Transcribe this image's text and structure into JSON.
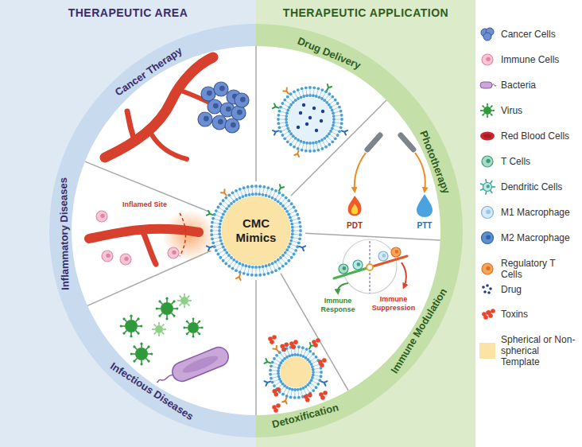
{
  "diagram": {
    "nodes": [
      {
        "text": [
          "THERAPEUTIC AREA"
        ]
      },
      {
        "text": [
          "THERAPEUTIC APPLICATION"
        ]
      },
      {
        "text": [
          "CMC Mimics"
        ]
      }
    ],
    "labels": [
      "Cancer Therapy",
      "Inflammatory Diseases",
      "Infectious Diseases",
      "Drug Delivery",
      "Phototherapy",
      "Immune Modulation",
      "Detoxification",
      "Inflamed Site",
      "PDT",
      "PTT",
      "Immune Response",
      "Immune Suppression"
    ],
    "legend": [
      {
        "text": "Cancer Cells"
      },
      {
        "text": "Immune Cells"
      },
      {
        "text": "Bacteria"
      },
      {
        "text": "Virus"
      },
      {
        "text": "Red Blood Cells"
      },
      {
        "text": "T Cells"
      },
      {
        "text": "Dendritic Cells"
      },
      {
        "text": "M1 Macrophage"
      },
      {
        "text": "M2 Macrophage"
      },
      {
        "text": "Regulatory T Cells"
      },
      {
        "text": "Drug"
      },
      {
        "text": "Toxins"
      },
      {
        "text": "Spherical or Non-spherical Template",
        "color": "#fbe3a6"
      }
    ]
  }
}
